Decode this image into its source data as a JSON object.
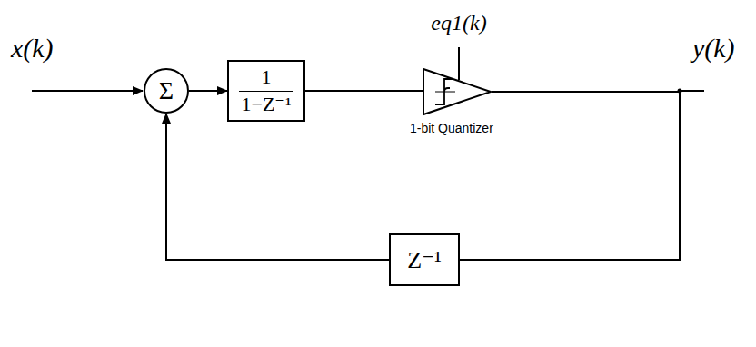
{
  "diagram": {
    "nodes": [
      {
        "text": [
          "Σ"
        ]
      },
      {
        "text": [
          "1",
          "1−Z⁻¹"
        ]
      },
      {
        "text": [
          "1-bit Quantizer"
        ]
      },
      {
        "text": [
          "Z⁻¹"
        ]
      }
    ],
    "edges": [
      {
        "from": 0,
        "to": 1,
        "arrow": "to"
      },
      {
        "from": 1,
        "to": 2,
        "arrow": "none"
      },
      {
        "from": 2,
        "to": 3,
        "arrow": "none"
      },
      {
        "from": 3,
        "to": 0,
        "arrow": "to"
      }
    ],
    "labels": [
      "x(k)",
      "y(k)",
      "eq1(k)"
    ]
  }
}
